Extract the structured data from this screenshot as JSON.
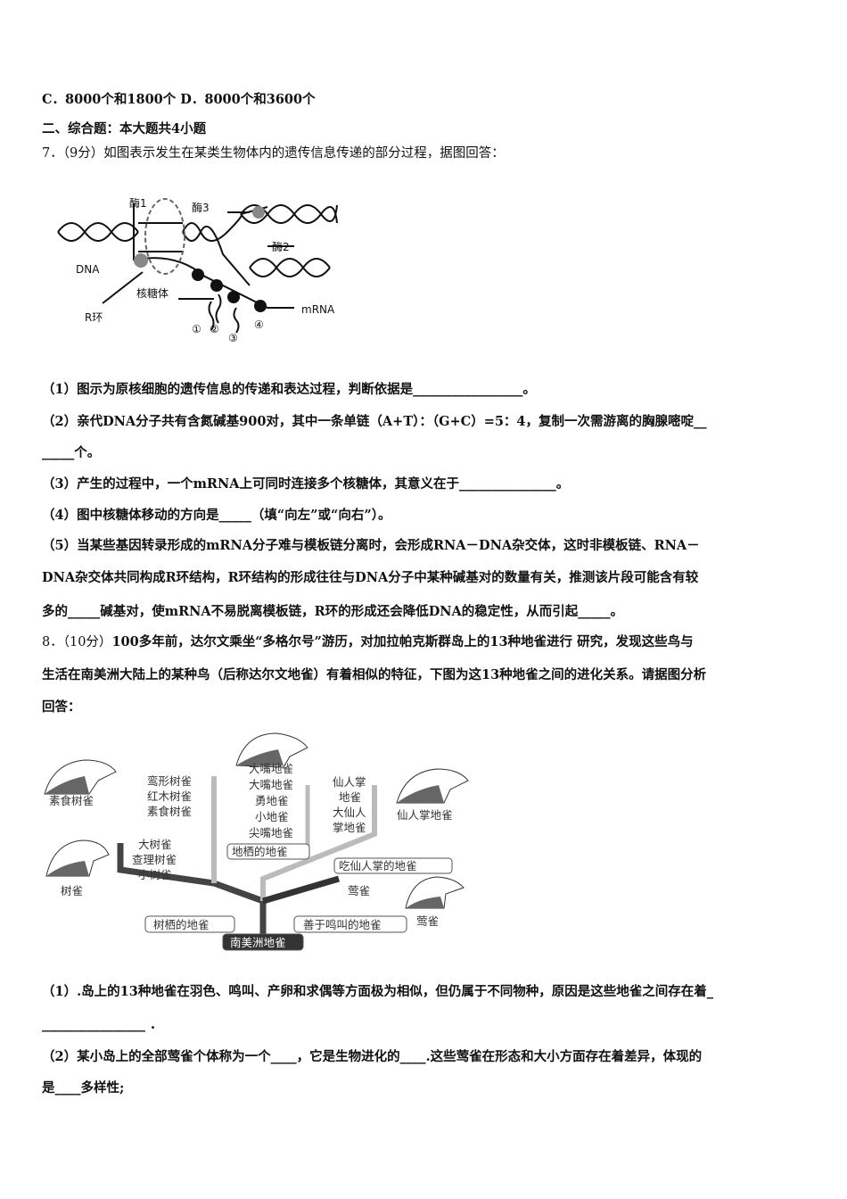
{
  "lines": {
    "options_cd": "C．8000个和1800个 D．8000个和3600个",
    "section2": "二、综合题：本大题共4小题",
    "q7_num": "7．（9分）",
    "q7_stem": "如图表示发生在某类生物体内的遗传信息传递的部分过程，据图回答：",
    "q7_1": "（1）图示为原核细胞的遗传信息的传递和表达过程，判断依据是_________________。",
    "q7_2a": "（2）亲代DNA分子共有含氮碱基900对，其中一条单链（A+T）：（G+C）=5：4，复制一次需游离的胸腺嘧啶__",
    "q7_2b": "_____个。",
    "q7_3": "（3）产生的过程中，一个mRNA上可同时连接多个核糖体，其意义在于_______________。",
    "q7_4": "（4）图中核糖体移动的方向是_____（填“向左”或“向右”）。",
    "q7_5a": "（5）当某些基因转录形成的mRNA分子难与模板链分离时，会形成RNA－DNA杂交体，这时非模板链、RNA－",
    "q7_5b": "DNA杂交体共同构成R环结构，R环结构的形成往往与DNA分子中某种碱基对的数量有关，推测该片段可能含有较",
    "q7_5c": "多的_____碱基对，使mRNA不易脱离模板链，R环的形成还会降低DNA的稳定性，从而引起_____。",
    "q8_num": "8．（10分）",
    "q8_a": "100多年前，达尔文乘坐“多格尔号”游历，对加拉帕克斯群岛上的13种地雀进行 研究，发现这些鸟与",
    "q8_b": "生活在南美洲大陆上的某种鸟（后称达尔文地雀）有着相似的特征，下图为这13种地雀之间的进化关系。请据图分析",
    "q8_c": "回答：",
    "q8_1a": "（1）.岛上的13种地雀在羽色、鸣叫、产卵和求偶等方面极为相似，但仍属于不同物种，原因是这些地雀之间存在着_",
    "q8_1b": "________________ ．",
    "q8_2a": "（2）某小岛上的全部莺雀个体称为一个____，它是生物进化的____.这些莺雀在形态和大小方面存在着差异，体现的",
    "q8_2b": "是____多样性;"
  },
  "fig7": {
    "enzyme1": "酶1",
    "enzyme3": "酶3",
    "enzyme2": "酶2",
    "dna": "DNA",
    "ribosome": "核糖体",
    "rloop": "R环",
    "mrna": "mRNA",
    "n1": "①",
    "n2": "②",
    "n3": "③",
    "n4": "④"
  },
  "fig8": {
    "head_seed_tree": "素食树雀",
    "tree_group1": [
      "鸾形树雀",
      "红木树雀",
      "素食树雀"
    ],
    "ground_group": [
      "大嘴地雀",
      "大嘴地雀",
      "勇地雀",
      "小地雀",
      "尖嘴地雀"
    ],
    "cactus_group": [
      "仙人掌",
      "地雀",
      "大仙人",
      "掌地雀"
    ],
    "head_cactus": "仙人掌地雀",
    "tree_group2": [
      "大树雀",
      "查理树雀",
      "小树雀"
    ],
    "ground_box": "地栖的地雀",
    "cactus_box": "吃仙人掌的地雀",
    "head_tree": "树雀",
    "warbler_branch": "莺雀",
    "head_warbler": "莺雀",
    "tree_box": "树栖的地雀",
    "sing_box": "善于鸣叫的地雀",
    "root_box": "南美洲地雀"
  }
}
